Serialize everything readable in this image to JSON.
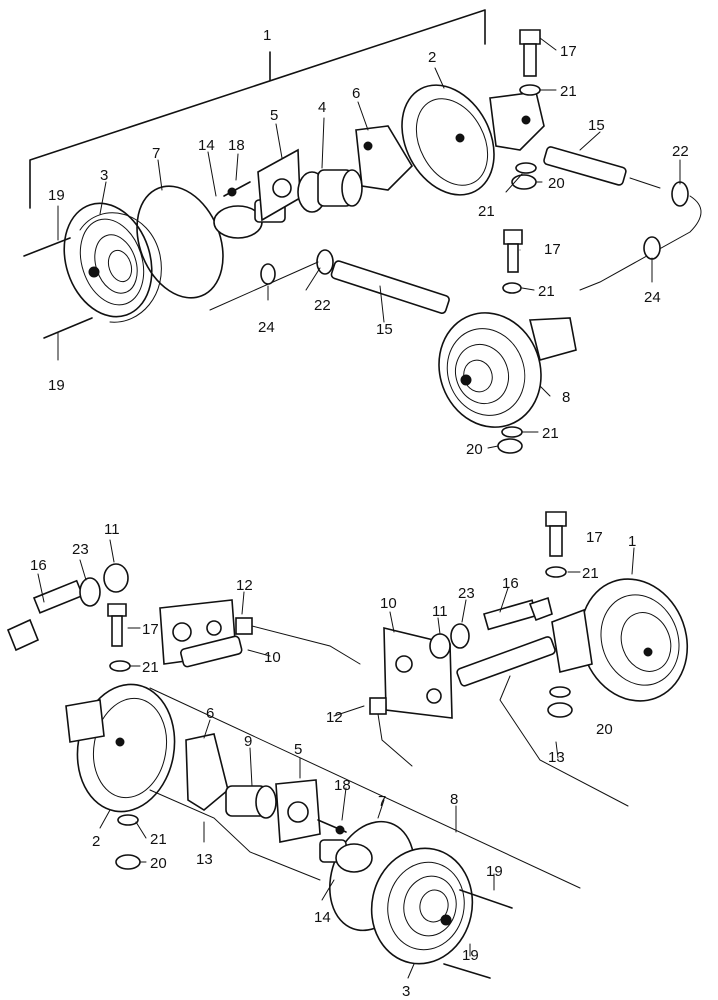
{
  "callouts": {
    "top": [
      {
        "id": "t1",
        "text": "1"
      },
      {
        "id": "t2",
        "text": "2"
      },
      {
        "id": "t3",
        "text": "3"
      },
      {
        "id": "t4",
        "text": "4"
      },
      {
        "id": "t5",
        "text": "5"
      },
      {
        "id": "t6",
        "text": "6"
      },
      {
        "id": "t7",
        "text": "7"
      },
      {
        "id": "t8",
        "text": "8"
      },
      {
        "id": "t14",
        "text": "14"
      },
      {
        "id": "t15a",
        "text": "15"
      },
      {
        "id": "t15b",
        "text": "15"
      },
      {
        "id": "t17a",
        "text": "17"
      },
      {
        "id": "t17b",
        "text": "17"
      },
      {
        "id": "t18",
        "text": "18"
      },
      {
        "id": "t19a",
        "text": "19"
      },
      {
        "id": "t19b",
        "text": "19"
      },
      {
        "id": "t20a",
        "text": "20"
      },
      {
        "id": "t20b",
        "text": "20"
      },
      {
        "id": "t21a",
        "text": "21"
      },
      {
        "id": "t21b",
        "text": "21"
      },
      {
        "id": "t21c",
        "text": "21"
      },
      {
        "id": "t21d",
        "text": "21"
      },
      {
        "id": "t22a",
        "text": "22"
      },
      {
        "id": "t22b",
        "text": "22"
      },
      {
        "id": "t24a",
        "text": "24"
      },
      {
        "id": "t24b",
        "text": "24"
      }
    ],
    "bottom": [
      {
        "id": "b1",
        "text": "1"
      },
      {
        "id": "b2",
        "text": "2"
      },
      {
        "id": "b3",
        "text": "3"
      },
      {
        "id": "b5",
        "text": "5"
      },
      {
        "id": "b6",
        "text": "6"
      },
      {
        "id": "b7",
        "text": "7"
      },
      {
        "id": "b8",
        "text": "8"
      },
      {
        "id": "b9",
        "text": "9"
      },
      {
        "id": "b10a",
        "text": "10"
      },
      {
        "id": "b10b",
        "text": "10"
      },
      {
        "id": "b11a",
        "text": "11"
      },
      {
        "id": "b11b",
        "text": "11"
      },
      {
        "id": "b12a",
        "text": "12"
      },
      {
        "id": "b12b",
        "text": "12"
      },
      {
        "id": "b13a",
        "text": "13"
      },
      {
        "id": "b13b",
        "text": "13"
      },
      {
        "id": "b14",
        "text": "14"
      },
      {
        "id": "b16a",
        "text": "16"
      },
      {
        "id": "b16b",
        "text": "16"
      },
      {
        "id": "b17a",
        "text": "17"
      },
      {
        "id": "b17b",
        "text": "17"
      },
      {
        "id": "b18",
        "text": "18"
      },
      {
        "id": "b19a",
        "text": "19"
      },
      {
        "id": "b19b",
        "text": "19"
      },
      {
        "id": "b20a",
        "text": "20"
      },
      {
        "id": "b20b",
        "text": "20"
      },
      {
        "id": "b21a",
        "text": "21"
      },
      {
        "id": "b21b",
        "text": "21"
      },
      {
        "id": "b21c",
        "text": "21"
      },
      {
        "id": "b23a",
        "text": "23"
      },
      {
        "id": "b23b",
        "text": "23"
      }
    ]
  }
}
